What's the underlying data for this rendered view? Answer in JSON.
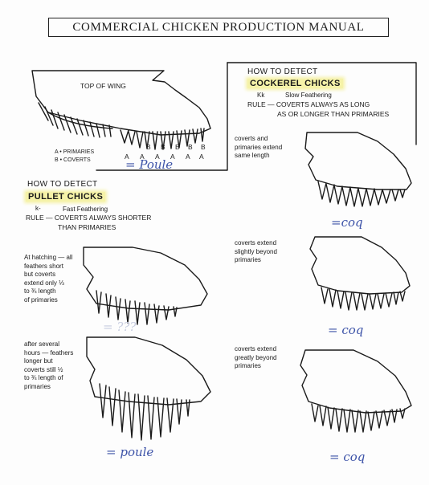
{
  "header": {
    "title": "COMMERCIAL CHICKEN PRODUCTION MANUAL"
  },
  "top_wing": {
    "label": "TOP OF WING",
    "letters_a": [
      "A",
      "A",
      "A",
      "A",
      "A",
      "A"
    ],
    "letters_b": [
      "B",
      "B",
      "B",
      "B",
      "B"
    ],
    "legend": [
      "A • PRIMARIES",
      "B • COVERTS"
    ],
    "handwritten": "= Poule"
  },
  "cockerel": {
    "how_to": "HOW TO DETECT",
    "title": "COCKEREL CHICKS",
    "gene": "Kk",
    "gene_desc": "Slow Feathering",
    "rule_line1": "RULE — COVERTS ALWAYS AS LONG",
    "rule_line2": "AS OR LONGER THAN PRIMARIES",
    "panels": [
      {
        "caption": [
          "coverts and",
          "primaries extend",
          "same length"
        ],
        "hand": "=coq"
      },
      {
        "caption": [
          "coverts extend",
          "slightly beyond",
          "primaries"
        ],
        "hand": "= coq"
      },
      {
        "caption": [
          "coverts extend",
          "greatly beyond",
          "primaries"
        ],
        "hand": "= coq"
      }
    ]
  },
  "pullet": {
    "how_to": "HOW TO DETECT",
    "title": "PULLET CHICKS",
    "gene": "k-",
    "gene_desc": "Fast Feathering",
    "rule_line1": "RULE — COVERTS ALWAYS SHORTER",
    "rule_line2": "THAN PRIMARIES",
    "panels": [
      {
        "caption": [
          "At hatching — all",
          "feathers short",
          "but coverts",
          "extend only ⅓",
          "to ¾ length",
          "of primaries"
        ],
        "hand": "= ???"
      },
      {
        "caption": [
          "after several",
          "hours — feathers",
          "longer but",
          "coverts still ½",
          "to ¾ length of",
          "primaries"
        ],
        "hand": "= poule"
      }
    ]
  }
}
